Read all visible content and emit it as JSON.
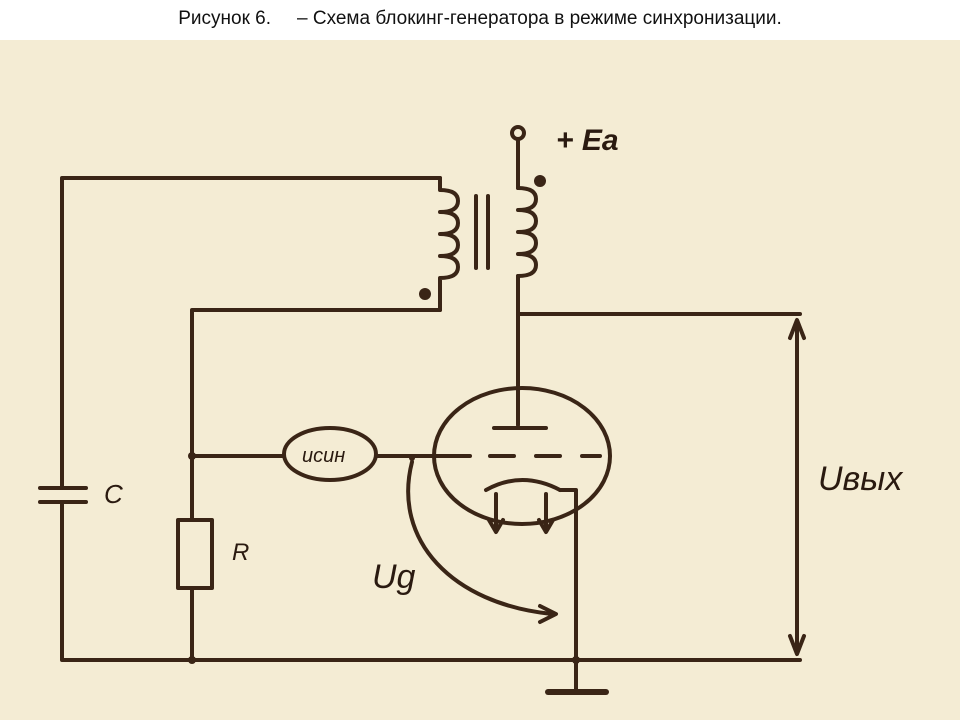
{
  "caption": {
    "figure": "Рисунок 6.",
    "text": "– Схема блокинг-генератора в режиме синхронизации."
  },
  "diagram": {
    "labels": {
      "supply": "+ Ea",
      "capacitor": "C",
      "resistor": "R",
      "sync_source": "uсин",
      "grid_voltage": "Ug",
      "output": "Uвых"
    },
    "colors": {
      "paper": "#f4ecd4",
      "ink": "#3a2516"
    }
  }
}
